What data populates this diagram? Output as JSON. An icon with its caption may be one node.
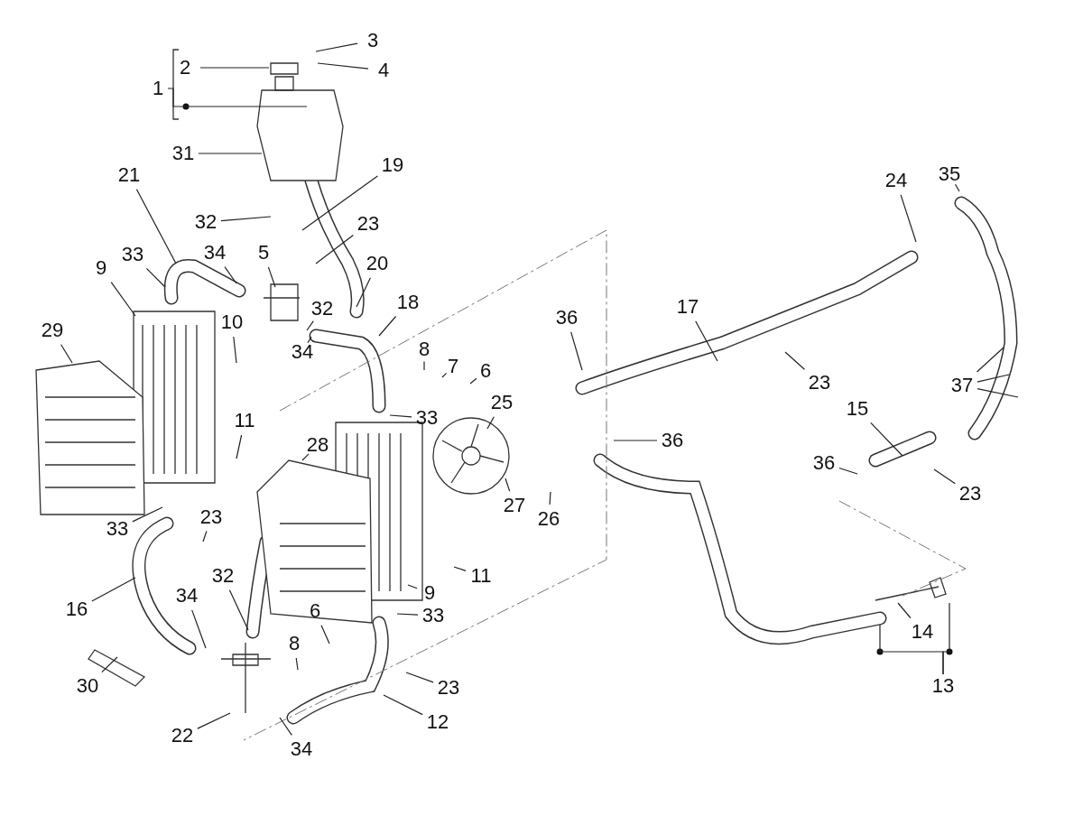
{
  "diagram": {
    "nodes": [
      {
        "text": [
          "1"
        ]
      },
      {
        "text": [
          "2"
        ]
      },
      {
        "text": [
          "3"
        ]
      },
      {
        "text": [
          "4"
        ]
      },
      {
        "text": [
          "31"
        ]
      },
      {
        "text": [
          "19"
        ]
      },
      {
        "text": [
          "21"
        ]
      },
      {
        "text": [
          "24"
        ]
      },
      {
        "text": [
          "35"
        ]
      },
      {
        "text": [
          "32"
        ]
      },
      {
        "text": [
          "23"
        ]
      },
      {
        "text": [
          "34"
        ]
      },
      {
        "text": [
          "5"
        ]
      },
      {
        "text": [
          "33"
        ]
      },
      {
        "text": [
          "9"
        ]
      },
      {
        "text": [
          "20"
        ]
      },
      {
        "text": [
          "18"
        ]
      },
      {
        "text": [
          "17"
        ]
      },
      {
        "text": [
          "29"
        ]
      },
      {
        "text": [
          "32"
        ]
      },
      {
        "text": [
          "10"
        ]
      },
      {
        "text": [
          "36"
        ]
      },
      {
        "text": [
          "34"
        ]
      },
      {
        "text": [
          "8"
        ]
      },
      {
        "text": [
          "7"
        ]
      },
      {
        "text": [
          "6"
        ]
      },
      {
        "text": [
          "37"
        ]
      },
      {
        "text": [
          "23"
        ]
      },
      {
        "text": [
          "25"
        ]
      },
      {
        "text": [
          "33"
        ]
      },
      {
        "text": [
          "11"
        ]
      },
      {
        "text": [
          "36"
        ]
      },
      {
        "text": [
          "15"
        ]
      },
      {
        "text": [
          "28"
        ]
      },
      {
        "text": [
          "27"
        ]
      },
      {
        "text": [
          "26"
        ]
      },
      {
        "text": [
          "36"
        ]
      },
      {
        "text": [
          "23"
        ]
      },
      {
        "text": [
          "23"
        ]
      },
      {
        "text": [
          "33"
        ]
      },
      {
        "text": [
          "11"
        ]
      },
      {
        "text": [
          "32"
        ]
      },
      {
        "text": [
          "34"
        ]
      },
      {
        "text": [
          "16"
        ]
      },
      {
        "text": [
          "33"
        ]
      },
      {
        "text": [
          "9"
        ]
      },
      {
        "text": [
          "8"
        ]
      },
      {
        "text": [
          "6"
        ]
      },
      {
        "text": [
          "14"
        ]
      },
      {
        "text": [
          "13"
        ]
      },
      {
        "text": [
          "30"
        ]
      },
      {
        "text": [
          "23"
        ]
      },
      {
        "text": [
          "22"
        ]
      },
      {
        "text": [
          "12"
        ]
      },
      {
        "text": [
          "34"
        ]
      }
    ],
    "edges": [
      {
        "from": 0,
        "to": null,
        "arrow": "none"
      },
      {
        "from": 1,
        "to": null,
        "arrow": "none"
      },
      {
        "from": 2,
        "to": null,
        "arrow": "none"
      },
      {
        "from": 3,
        "to": null,
        "arrow": "none"
      },
      {
        "from": 4,
        "to": null,
        "arrow": "none"
      },
      {
        "from": 5,
        "to": null,
        "arrow": "none"
      },
      {
        "from": 6,
        "to": null,
        "arrow": "none"
      },
      {
        "from": 7,
        "to": null,
        "arrow": "none"
      },
      {
        "from": 8,
        "to": null,
        "arrow": "none"
      },
      {
        "from": 9,
        "to": null,
        "arrow": "none"
      },
      {
        "from": 10,
        "to": null,
        "arrow": "none"
      },
      {
        "from": 11,
        "to": null,
        "arrow": "none"
      },
      {
        "from": 12,
        "to": null,
        "arrow": "none"
      },
      {
        "from": 13,
        "to": null,
        "arrow": "none"
      },
      {
        "from": 14,
        "to": null,
        "arrow": "none"
      },
      {
        "from": 15,
        "to": null,
        "arrow": "none"
      },
      {
        "from": 16,
        "to": null,
        "arrow": "none"
      },
      {
        "from": 17,
        "to": null,
        "arrow": "none"
      },
      {
        "from": 18,
        "to": null,
        "arrow": "none"
      },
      {
        "from": 19,
        "to": null,
        "arrow": "none"
      },
      {
        "from": 20,
        "to": null,
        "arrow": "none"
      },
      {
        "from": 21,
        "to": null,
        "arrow": "none"
      },
      {
        "from": 22,
        "to": null,
        "arrow": "none"
      },
      {
        "from": 23,
        "to": null,
        "arrow": "none"
      },
      {
        "from": 24,
        "to": null,
        "arrow": "none"
      },
      {
        "from": 25,
        "to": null,
        "arrow": "none"
      },
      {
        "from": 26,
        "to": null,
        "arrow": "none"
      },
      {
        "from": 26,
        "to": null,
        "arrow": "none"
      },
      {
        "from": 26,
        "to": null,
        "arrow": "none"
      },
      {
        "from": 27,
        "to": null,
        "arrow": "none"
      },
      {
        "from": 28,
        "to": null,
        "arrow": "none"
      },
      {
        "from": 29,
        "to": null,
        "arrow": "none"
      },
      {
        "from": 30,
        "to": null,
        "arrow": "none"
      },
      {
        "from": 31,
        "to": null,
        "arrow": "none"
      },
      {
        "from": 32,
        "to": null,
        "arrow": "none"
      },
      {
        "from": 33,
        "to": null,
        "arrow": "none"
      },
      {
        "from": 34,
        "to": null,
        "arrow": "none"
      },
      {
        "from": 35,
        "to": null,
        "arrow": "none"
      },
      {
        "from": 36,
        "to": null,
        "arrow": "none"
      },
      {
        "from": 37,
        "to": null,
        "arrow": "none"
      },
      {
        "from": 38,
        "to": null,
        "arrow": "none"
      },
      {
        "from": 39,
        "to": null,
        "arrow": "none"
      },
      {
        "from": 40,
        "to": null,
        "arrow": "none"
      },
      {
        "from": 41,
        "to": null,
        "arrow": "none"
      },
      {
        "from": 42,
        "to": null,
        "arrow": "none"
      },
      {
        "from": 43,
        "to": null,
        "arrow": "none"
      },
      {
        "from": 44,
        "to": null,
        "arrow": "none"
      },
      {
        "from": 45,
        "to": null,
        "arrow": "none"
      },
      {
        "from": 46,
        "to": null,
        "arrow": "none"
      },
      {
        "from": 47,
        "to": null,
        "arrow": "none"
      },
      {
        "from": 48,
        "to": null,
        "arrow": "none"
      },
      {
        "from": 49,
        "to": null,
        "arrow": "none"
      },
      {
        "from": 49,
        "to": null,
        "arrow": "none"
      },
      {
        "from": 50,
        "to": null,
        "arrow": "none"
      },
      {
        "from": 51,
        "to": null,
        "arrow": "none"
      },
      {
        "from": 52,
        "to": null,
        "arrow": "none"
      },
      {
        "from": 53,
        "to": null,
        "arrow": "none"
      },
      {
        "from": 54,
        "to": null,
        "arrow": "none"
      }
    ]
  }
}
